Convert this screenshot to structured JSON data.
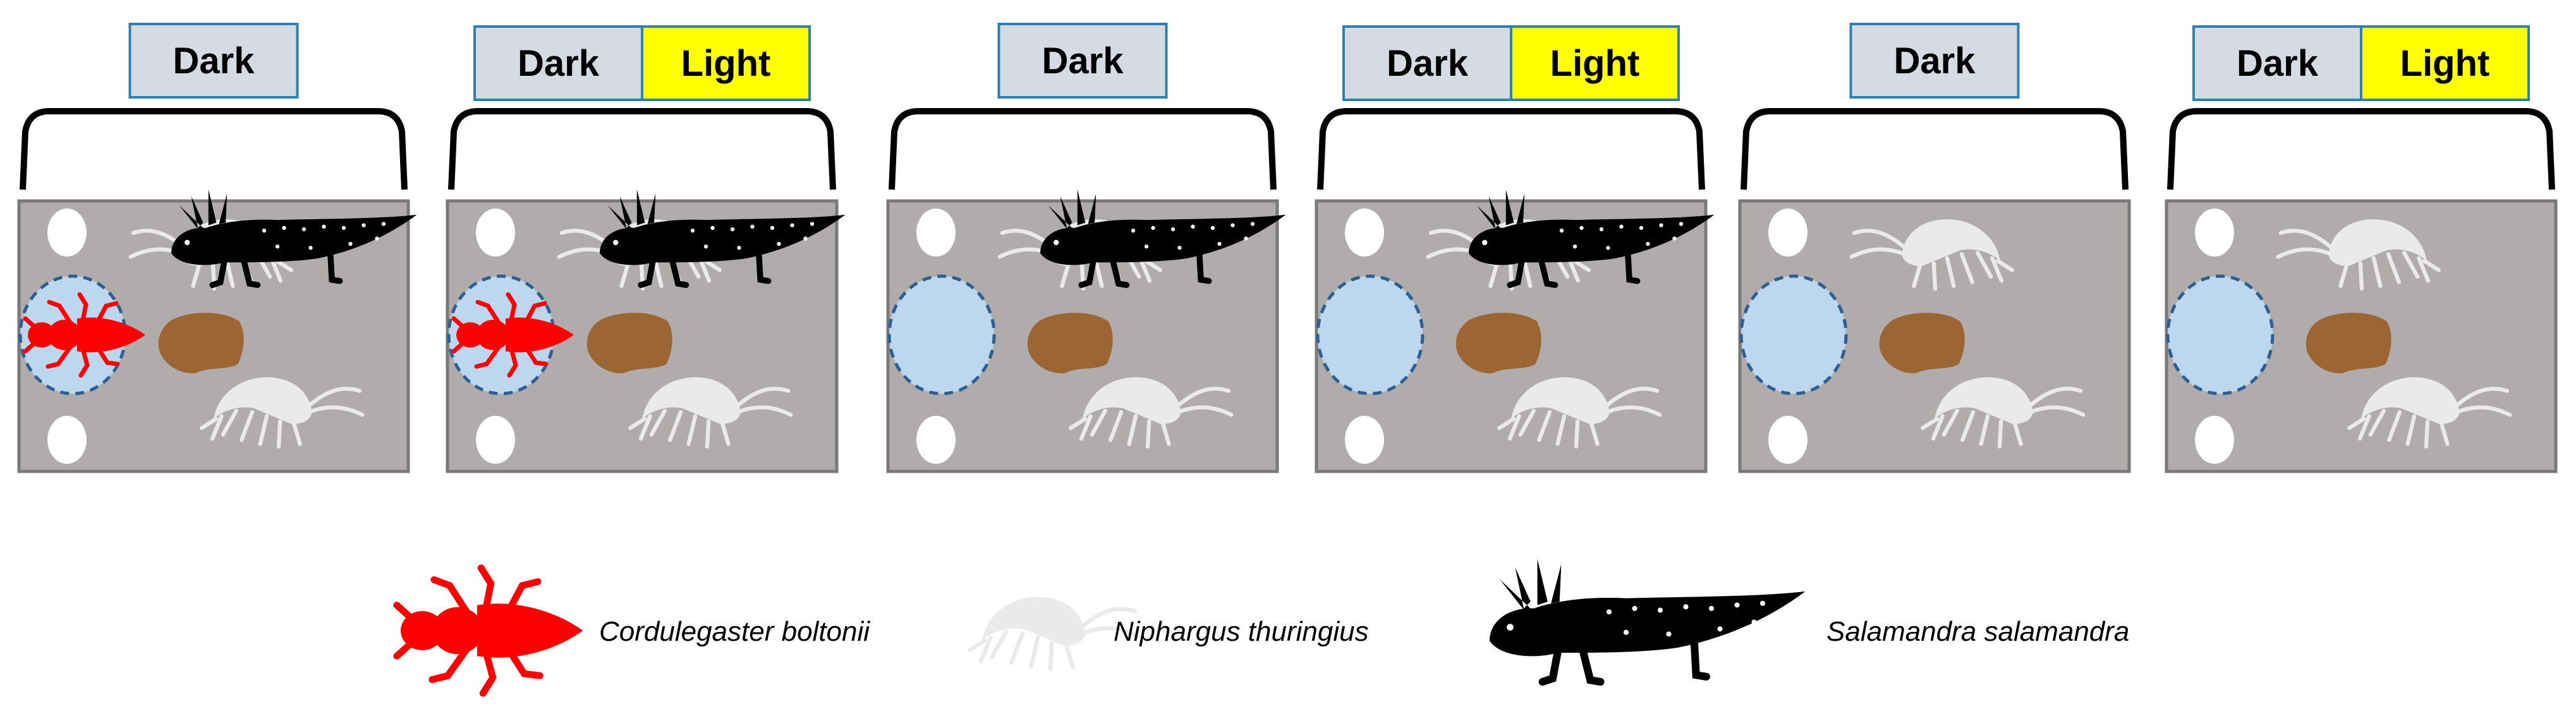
{
  "colors": {
    "dark_box": "#d6dae3",
    "dark_box_border": "#2f7fb2",
    "light_box": "#ffff00",
    "tank_fill": "#b0acab",
    "tank_border": "#7a7878",
    "shelter_fill": "#bdd7ee",
    "shelter_border": "#2e5f92",
    "leaf": "#9c6634",
    "predator_red": "#ff0000",
    "prey_white": "#eaeaea",
    "salamander_black": "#000000"
  },
  "panels": [
    {
      "labels": [
        "Dark"
      ],
      "dragonfly": true,
      "salamander": true
    },
    {
      "labels": [
        "Dark",
        "Light"
      ],
      "dragonfly": true,
      "salamander": true
    },
    {
      "labels": [
        "Dark"
      ],
      "dragonfly": false,
      "salamander": true
    },
    {
      "labels": [
        "Dark",
        "Light"
      ],
      "dragonfly": false,
      "salamander": true
    },
    {
      "labels": [
        "Dark"
      ],
      "dragonfly": false,
      "salamander": false
    },
    {
      "labels": [
        "Dark",
        "Light"
      ],
      "dragonfly": false,
      "salamander": false
    }
  ],
  "legend": {
    "items": [
      {
        "icon": "dragonfly-larva-icon",
        "label": "Cordulegaster boltonii"
      },
      {
        "icon": "amphipod-icon",
        "label": "Niphargus thuringius"
      },
      {
        "icon": "salamander-larva-icon",
        "label": "Salamandra salamandra"
      }
    ]
  }
}
